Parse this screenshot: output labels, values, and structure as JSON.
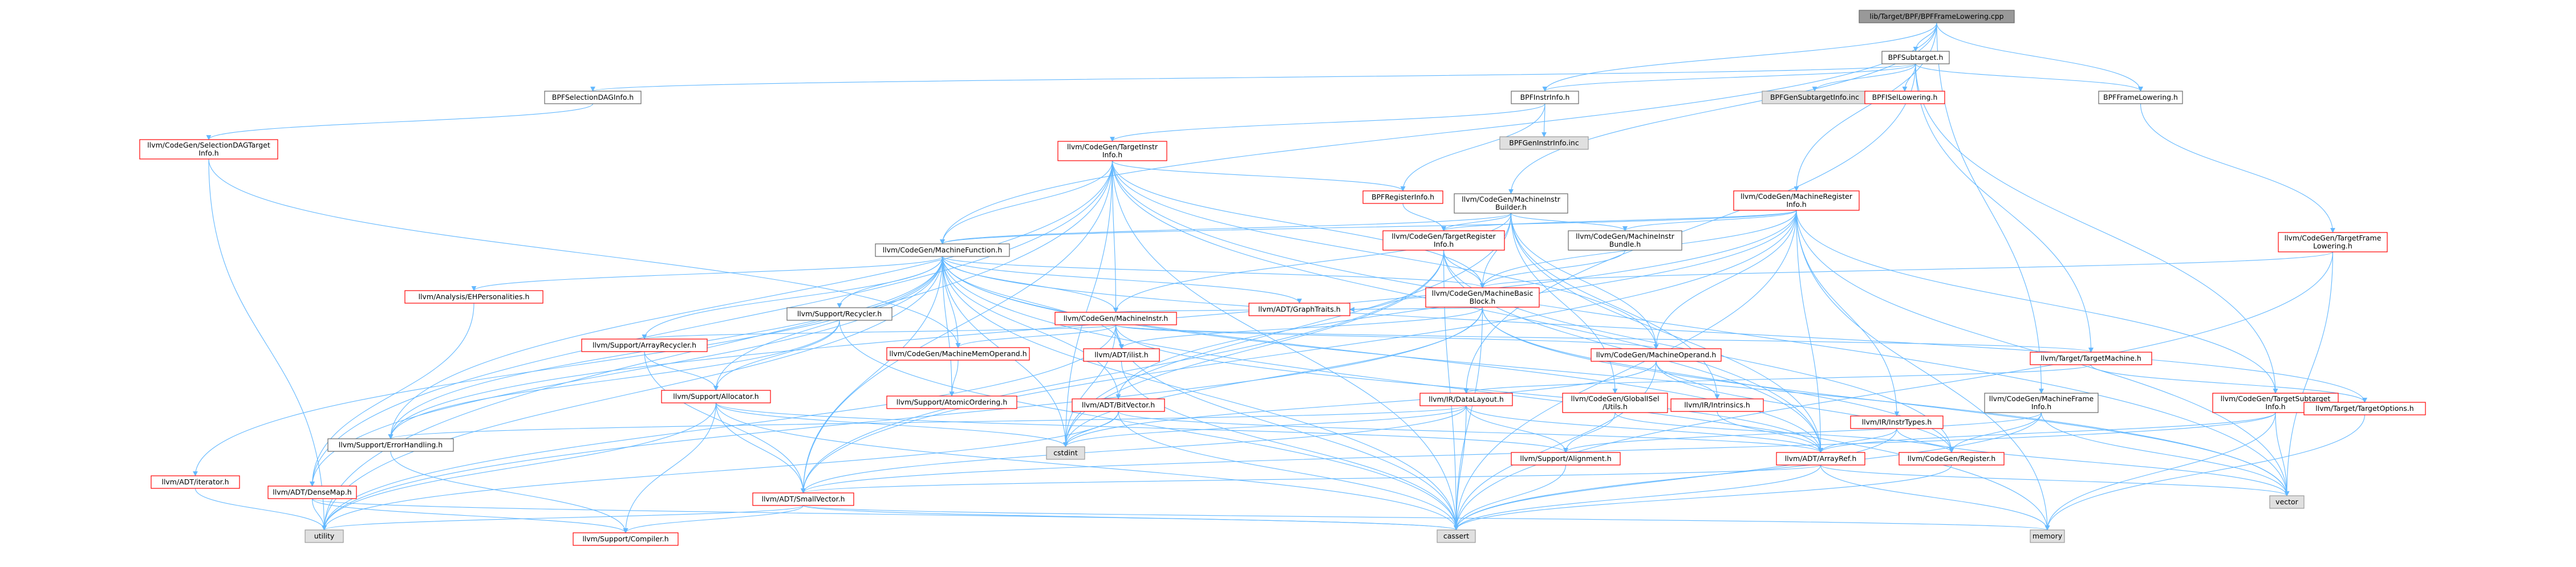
{
  "styles": {
    "root": {
      "fill": "#999999",
      "stroke": "#666666"
    },
    "normal": {
      "fill": "#ffffff",
      "stroke": "#666666"
    },
    "red": {
      "fill": "#ffffff",
      "stroke": "#ff0000"
    },
    "external": {
      "fill": "#e0e0e0",
      "stroke": "#999999"
    },
    "edge": "#63b8ff"
  },
  "nodes": [
    {
      "id": "root",
      "lines": [
        "lib/Target/BPF/BPFFrameLowering.cpp"
      ],
      "style": "root"
    },
    {
      "id": "bpfsubtarget",
      "lines": [
        "BPFSubtarget.h"
      ],
      "style": "normal"
    },
    {
      "id": "bpfseldag",
      "lines": [
        "BPFSelectionDAGInfo.h"
      ],
      "style": "normal"
    },
    {
      "id": "bpfinstrinfo",
      "lines": [
        "BPFInstrInfo.h"
      ],
      "style": "normal"
    },
    {
      "id": "bpfgensubinc",
      "lines": [
        "BPFGenSubtargetInfo.inc"
      ],
      "style": "external"
    },
    {
      "id": "bpfisel",
      "lines": [
        "BPFISelLowering.h"
      ],
      "style": "red"
    },
    {
      "id": "bpfframelow",
      "lines": [
        "BPFFrameLowering.h"
      ],
      "style": "normal"
    },
    {
      "id": "cgseldag",
      "lines": [
        "llvm/CodeGen/SelectionDAGTarget",
        "Info.h"
      ],
      "style": "red"
    },
    {
      "id": "cgtii",
      "lines": [
        "llvm/CodeGen/TargetInstr",
        "Info.h"
      ],
      "style": "red"
    },
    {
      "id": "bpfgeninstrinc",
      "lines": [
        "BPFGenInstrInfo.inc"
      ],
      "style": "external"
    },
    {
      "id": "bpfreginfo",
      "lines": [
        "BPFRegisterInfo.h"
      ],
      "style": "red"
    },
    {
      "id": "cgmib",
      "lines": [
        "llvm/CodeGen/MachineInstr",
        "Builder.h"
      ],
      "style": "normal"
    },
    {
      "id": "cgmri",
      "lines": [
        "llvm/CodeGen/MachineRegister",
        "Info.h"
      ],
      "style": "red"
    },
    {
      "id": "cgtfl",
      "lines": [
        "llvm/CodeGen/TargetFrame",
        "Lowering.h"
      ],
      "style": "red"
    },
    {
      "id": "cgtri",
      "lines": [
        "llvm/CodeGen/TargetRegister",
        "Info.h"
      ],
      "style": "red"
    },
    {
      "id": "cgmibundle",
      "lines": [
        "llvm/CodeGen/MachineInstr",
        "Bundle.h"
      ],
      "style": "normal"
    },
    {
      "id": "cgmf",
      "lines": [
        "llvm/CodeGen/MachineFunction.h"
      ],
      "style": "normal"
    },
    {
      "id": "ehpers",
      "lines": [
        "llvm/Analysis/EHPersonalities.h"
      ],
      "style": "red"
    },
    {
      "id": "cgmbb",
      "lines": [
        "llvm/CodeGen/MachineBasic",
        "Block.h"
      ],
      "style": "red"
    },
    {
      "id": "recycler",
      "lines": [
        "llvm/Support/Recycler.h"
      ],
      "style": "normal"
    },
    {
      "id": "cgmi",
      "lines": [
        "llvm/CodeGen/MachineInstr.h"
      ],
      "style": "red"
    },
    {
      "id": "graphtraits",
      "lines": [
        "llvm/ADT/GraphTraits.h"
      ],
      "style": "red"
    },
    {
      "id": "arrayrecycler",
      "lines": [
        "llvm/Support/ArrayRecycler.h"
      ],
      "style": "red"
    },
    {
      "id": "cgmmo",
      "lines": [
        "llvm/CodeGen/MachineMemOperand.h"
      ],
      "style": "red"
    },
    {
      "id": "ilist",
      "lines": [
        "llvm/ADT/ilist.h"
      ],
      "style": "red"
    },
    {
      "id": "cgmo",
      "lines": [
        "llvm/CodeGen/MachineOperand.h"
      ],
      "style": "red"
    },
    {
      "id": "tm",
      "lines": [
        "llvm/Target/TargetMachine.h"
      ],
      "style": "red"
    },
    {
      "id": "allocator",
      "lines": [
        "llvm/Support/Allocator.h"
      ],
      "style": "red"
    },
    {
      "id": "atomicord",
      "lines": [
        "llvm/Support/AtomicOrdering.h"
      ],
      "style": "red"
    },
    {
      "id": "bitvector",
      "lines": [
        "llvm/ADT/BitVector.h"
      ],
      "style": "red"
    },
    {
      "id": "datalayout",
      "lines": [
        "llvm/IR/DataLayout.h"
      ],
      "style": "red"
    },
    {
      "id": "gisel",
      "lines": [
        "llvm/CodeGen/GlobalISel",
        "/Utils.h"
      ],
      "style": "red"
    },
    {
      "id": "intrinsics",
      "lines": [
        "llvm/IR/Intrinsics.h"
      ],
      "style": "red"
    },
    {
      "id": "cgmfi",
      "lines": [
        "llvm/CodeGen/MachineFrame",
        "Info.h"
      ],
      "style": "normal"
    },
    {
      "id": "irinstr",
      "lines": [
        "llvm/IR/InstrTypes.h"
      ],
      "style": "red"
    },
    {
      "id": "cgtsi",
      "lines": [
        "llvm/CodeGen/TargetSubtarget",
        "Info.h"
      ],
      "style": "red"
    },
    {
      "id": "topts",
      "lines": [
        "llvm/Target/TargetOptions.h"
      ],
      "style": "red"
    },
    {
      "id": "adtiter",
      "lines": [
        "llvm/ADT/iterator.h"
      ],
      "style": "red"
    },
    {
      "id": "errhandling",
      "lines": [
        "llvm/Support/ErrorHandling.h"
      ],
      "style": "normal"
    },
    {
      "id": "cstdint",
      "lines": [
        "cstdint"
      ],
      "style": "external"
    },
    {
      "id": "alignment",
      "lines": [
        "llvm/Support/Alignment.h"
      ],
      "style": "red"
    },
    {
      "id": "arrayref",
      "lines": [
        "llvm/ADT/ArrayRef.h"
      ],
      "style": "red"
    },
    {
      "id": "cgreg",
      "lines": [
        "llvm/CodeGen/Register.h"
      ],
      "style": "red"
    },
    {
      "id": "densemap",
      "lines": [
        "llvm/ADT/DenseMap.h"
      ],
      "style": "red"
    },
    {
      "id": "smallvec",
      "lines": [
        "llvm/ADT/SmallVector.h"
      ],
      "style": "red"
    },
    {
      "id": "vector",
      "lines": [
        "vector"
      ],
      "style": "external"
    },
    {
      "id": "utility",
      "lines": [
        "utility"
      ],
      "style": "external"
    },
    {
      "id": "compiler",
      "lines": [
        "llvm/Support/Compiler.h"
      ],
      "style": "red"
    },
    {
      "id": "cassert",
      "lines": [
        "cassert"
      ],
      "style": "external"
    },
    {
      "id": "memory",
      "lines": [
        "memory"
      ],
      "style": "external"
    }
  ],
  "edges": [
    [
      "root",
      "bpfsubtarget"
    ],
    [
      "root",
      "bpfinstrinfo"
    ],
    [
      "root",
      "bpfframelow"
    ],
    [
      "root",
      "cgmf"
    ],
    [
      "root",
      "cgmib"
    ],
    [
      "root",
      "cgmri"
    ],
    [
      "root",
      "cgmfi"
    ],
    [
      "bpfsubtarget",
      "bpfseldag"
    ],
    [
      "bpfsubtarget",
      "bpfinstrinfo"
    ],
    [
      "bpfsubtarget",
      "bpfgensubinc"
    ],
    [
      "bpfsubtarget",
      "bpfisel"
    ],
    [
      "bpfsubtarget",
      "bpfframelow"
    ],
    [
      "bpfsubtarget",
      "cgtsi"
    ],
    [
      "bpfsubtarget",
      "tm"
    ],
    [
      "bpfsubtarget",
      "datalayout"
    ],
    [
      "bpfseldag",
      "cgseldag"
    ],
    [
      "bpfinstrinfo",
      "cgtii"
    ],
    [
      "bpfinstrinfo",
      "bpfgeninstrinc"
    ],
    [
      "bpfinstrinfo",
      "bpfreginfo"
    ],
    [
      "bpfframelow",
      "cgtfl"
    ],
    [
      "cgseldag",
      "cgmmo"
    ],
    [
      "cgseldag",
      "utility"
    ],
    [
      "cgtii",
      "cgmf"
    ],
    [
      "cgtii",
      "cgmbb"
    ],
    [
      "cgtii",
      "cgmi"
    ],
    [
      "cgtii",
      "cgmo"
    ],
    [
      "cgtii",
      "errhandling"
    ],
    [
      "cgtii",
      "densemap"
    ],
    [
      "cgtii",
      "smallvec"
    ],
    [
      "cgtii",
      "arrayref"
    ],
    [
      "cgtii",
      "cstdint"
    ],
    [
      "cgtii",
      "utility"
    ],
    [
      "cgtii",
      "cassert"
    ],
    [
      "cgtii",
      "vector"
    ],
    [
      "cgtii",
      "bpfreginfo"
    ],
    [
      "bpfreginfo",
      "cgtri"
    ],
    [
      "cgmib",
      "cgmf"
    ],
    [
      "cgmib",
      "cgmbb"
    ],
    [
      "cgmib",
      "cgmi"
    ],
    [
      "cgmib",
      "cgmibundle"
    ],
    [
      "cgmib",
      "cgmo"
    ],
    [
      "cgmib",
      "cgtri"
    ],
    [
      "cgmib",
      "gisel"
    ],
    [
      "cgmib",
      "intrinsics"
    ],
    [
      "cgmib",
      "arrayref"
    ],
    [
      "cgmib",
      "cstdint"
    ],
    [
      "cgmri",
      "cgmf"
    ],
    [
      "cgmri",
      "cgmbb"
    ],
    [
      "cgmri",
      "cgmibundle"
    ],
    [
      "cgmri",
      "cgmo"
    ],
    [
      "cgmri",
      "cgtri"
    ],
    [
      "cgmri",
      "cgtsi"
    ],
    [
      "cgmri",
      "bitvector"
    ],
    [
      "cgmri",
      "smallvec"
    ],
    [
      "cgmri",
      "arrayref"
    ],
    [
      "cgmri",
      "vector"
    ],
    [
      "cgmri",
      "memory"
    ],
    [
      "cgmri",
      "cassert"
    ],
    [
      "cgmri",
      "errhandling"
    ],
    [
      "cgmri",
      "irinstr"
    ],
    [
      "cgtfl",
      "cgmbb"
    ],
    [
      "cgtfl",
      "cassert"
    ],
    [
      "cgtfl",
      "vector"
    ],
    [
      "cgtri",
      "cgmbb"
    ],
    [
      "cgtri",
      "cgreg"
    ],
    [
      "cgtri",
      "arrayref"
    ],
    [
      "cgtri",
      "smallvec"
    ],
    [
      "cgtri",
      "cassert"
    ],
    [
      "cgtri",
      "cstdint"
    ],
    [
      "cgmibundle",
      "cgmbb"
    ],
    [
      "cgmf",
      "ehpers"
    ],
    [
      "cgmf",
      "cgmbb"
    ],
    [
      "cgmf",
      "recycler"
    ],
    [
      "cgmf",
      "cgmi"
    ],
    [
      "cgmf",
      "graphtraits"
    ],
    [
      "cgmf",
      "arrayrecycler"
    ],
    [
      "cgmf",
      "cgmmo"
    ],
    [
      "cgmf",
      "ilist"
    ],
    [
      "cgmf",
      "allocator"
    ],
    [
      "cgmf",
      "atomicord"
    ],
    [
      "cgmf",
      "bitvector"
    ],
    [
      "cgmf",
      "adtiter"
    ],
    [
      "cgmf",
      "densemap"
    ],
    [
      "cgmf",
      "smallvec"
    ],
    [
      "cgmf",
      "errhandling"
    ],
    [
      "cgmf",
      "arrayref"
    ],
    [
      "cgmf",
      "cstdint"
    ],
    [
      "cgmf",
      "cassert"
    ],
    [
      "cgmf",
      "utility"
    ],
    [
      "cgmf",
      "vector"
    ],
    [
      "cgmf",
      "memory"
    ],
    [
      "cgmf",
      "topts"
    ],
    [
      "ehpers",
      "densemap"
    ],
    [
      "cgmbb",
      "cgmi"
    ],
    [
      "cgmbb",
      "graphtraits"
    ],
    [
      "cgmbb",
      "ilist"
    ],
    [
      "cgmbb",
      "cgreg"
    ],
    [
      "cgmbb",
      "cstdint"
    ],
    [
      "cgmbb",
      "cassert"
    ],
    [
      "cgmbb",
      "vector"
    ],
    [
      "cgmbb",
      "utility"
    ],
    [
      "recycler",
      "allocator"
    ],
    [
      "recycler",
      "errhandling"
    ],
    [
      "recycler",
      "cassert"
    ],
    [
      "cgmi",
      "cgmo"
    ],
    [
      "cgmi",
      "cgmmo"
    ],
    [
      "cgmi",
      "ilist"
    ],
    [
      "cgmi",
      "arrayrecycler"
    ],
    [
      "cgmi",
      "arrayref"
    ],
    [
      "cgmi",
      "cstdint"
    ],
    [
      "cgmi",
      "cassert"
    ],
    [
      "cgmi",
      "utility"
    ],
    [
      "cgmi",
      "tm"
    ],
    [
      "arrayrecycler",
      "allocator"
    ],
    [
      "arrayrecycler",
      "smallvec"
    ],
    [
      "cgmmo",
      "atomicord"
    ],
    [
      "ilist",
      "cassert"
    ],
    [
      "cgmo",
      "cgreg"
    ],
    [
      "cgmo",
      "intrinsics"
    ],
    [
      "cgmo",
      "cassert"
    ],
    [
      "cgmo",
      "cstdint"
    ],
    [
      "tm",
      "datalayout"
    ],
    [
      "tm",
      "topts"
    ],
    [
      "allocator",
      "alignment"
    ],
    [
      "allocator",
      "smallvec"
    ],
    [
      "allocator",
      "compiler"
    ],
    [
      "allocator",
      "cassert"
    ],
    [
      "allocator",
      "cstdint"
    ],
    [
      "allocator",
      "utility"
    ],
    [
      "bitvector",
      "arrayref"
    ],
    [
      "bitvector",
      "cassert"
    ],
    [
      "bitvector",
      "cstdint"
    ],
    [
      "bitvector",
      "utility"
    ],
    [
      "datalayout",
      "alignment"
    ],
    [
      "datalayout",
      "arrayref"
    ],
    [
      "datalayout",
      "smallvec"
    ],
    [
      "datalayout",
      "errhandling"
    ],
    [
      "datalayout",
      "cassert"
    ],
    [
      "datalayout",
      "cstdint"
    ],
    [
      "gisel",
      "cgreg"
    ],
    [
      "gisel",
      "alignment"
    ],
    [
      "intrinsics",
      "arrayref"
    ],
    [
      "cgmfi",
      "alignment"
    ],
    [
      "cgmfi",
      "cgreg"
    ],
    [
      "cgmfi",
      "cassert"
    ],
    [
      "cgmfi",
      "vector"
    ],
    [
      "irinstr",
      "arrayref"
    ],
    [
      "irinstr",
      "cassert"
    ],
    [
      "irinstr",
      "vector"
    ],
    [
      "cgtsi",
      "arrayref"
    ],
    [
      "cgtsi",
      "smallvec"
    ],
    [
      "cgtsi",
      "memory"
    ],
    [
      "cgtsi",
      "vector"
    ],
    [
      "topts",
      "memory"
    ],
    [
      "adtiter",
      "utility"
    ],
    [
      "errhandling",
      "compiler"
    ],
    [
      "alignment",
      "cassert"
    ],
    [
      "arrayref",
      "smallvec"
    ],
    [
      "arrayref",
      "cassert"
    ],
    [
      "arrayref",
      "memory"
    ],
    [
      "arrayref",
      "vector"
    ],
    [
      "cgreg",
      "cassert"
    ],
    [
      "densemap",
      "compiler"
    ],
    [
      "densemap",
      "utility"
    ],
    [
      "densemap",
      "cassert"
    ],
    [
      "smallvec",
      "compiler"
    ],
    [
      "smallvec",
      "cassert"
    ],
    [
      "smallvec",
      "utility"
    ],
    [
      "smallvec",
      "memory"
    ]
  ]
}
